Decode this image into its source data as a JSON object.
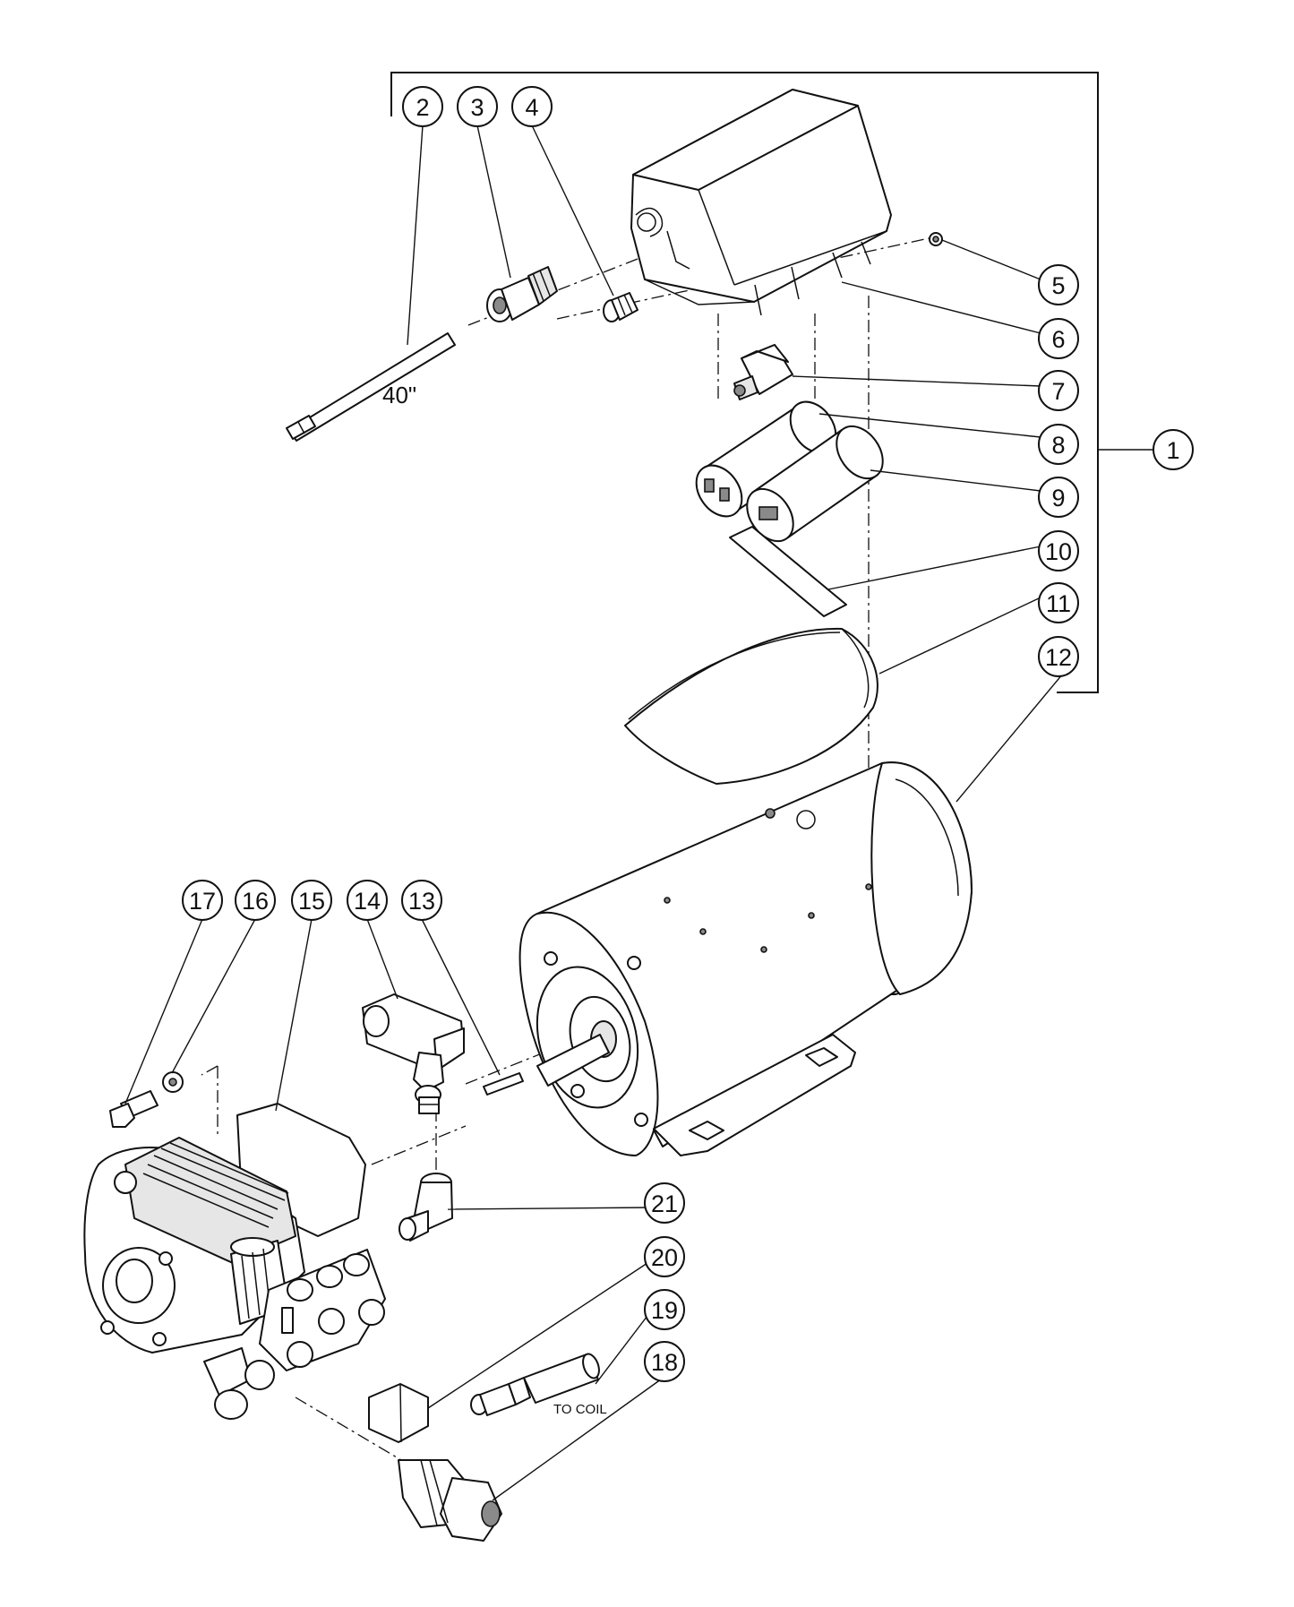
{
  "balloons": [
    {
      "label": "1"
    },
    {
      "label": "2"
    },
    {
      "label": "3"
    },
    {
      "label": "4"
    },
    {
      "label": "5"
    },
    {
      "label": "6"
    },
    {
      "label": "7"
    },
    {
      "label": "8"
    },
    {
      "label": "9"
    },
    {
      "label": "10"
    },
    {
      "label": "11"
    },
    {
      "label": "12"
    },
    {
      "label": "13"
    },
    {
      "label": "14"
    },
    {
      "label": "15"
    },
    {
      "label": "16"
    },
    {
      "label": "17"
    },
    {
      "label": "18"
    },
    {
      "label": "19"
    },
    {
      "label": "20"
    },
    {
      "label": "21"
    }
  ],
  "annotations": {
    "cord_length": "40\"",
    "to_coil": "TO COIL"
  }
}
